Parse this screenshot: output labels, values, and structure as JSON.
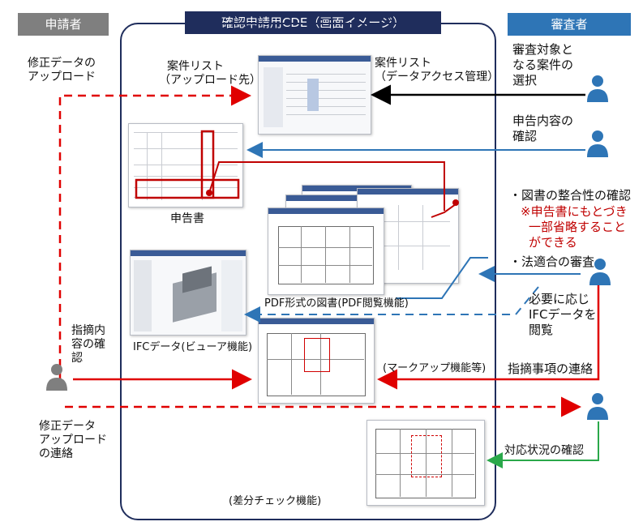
{
  "headers": {
    "applicant": "申請者",
    "cde": "確認申請用CDE（画面イメージ）",
    "reviewer": "審査者"
  },
  "applicant_labels": {
    "upload_revised": [
      "修正データの",
      "アップロード"
    ],
    "check_findings": [
      "指摘内",
      "容の確",
      "認"
    ],
    "notify_upload": [
      "修正データ",
      "アップロード",
      "の連絡"
    ]
  },
  "cde_labels": {
    "case_list_upload": [
      "案件リスト",
      "（アップロード先）"
    ],
    "case_list_access": [
      "案件リスト",
      "（データアクセス管理）"
    ],
    "application_form": "申告書",
    "pdf_drawings": "PDF形式の図書(PDF閲覧機能)",
    "ifc_viewer": "IFCデータ(ビューア機能)",
    "markup": "(マークアップ機能等)",
    "diff_check": "(差分チェック機能)"
  },
  "reviewer_labels": {
    "select_case": [
      "審査対象と",
      "なる案件の",
      "選択"
    ],
    "check_application": [
      "申告内容の",
      "確認"
    ],
    "drawing_consistency": "・図書の整合性の確認",
    "omission_note": [
      "※申告書にもとづき",
      "一部省略すること",
      "ができる"
    ],
    "law_compliance": "・法適合の審査",
    "view_ifc": [
      "必要に応じ",
      "IFCデータを",
      "閲覧"
    ],
    "notify_findings": "指摘事項の連絡",
    "check_response": "対応状況の確認"
  },
  "colors": {
    "applicant_header": "#7f7f7f",
    "cde_header": "#1f2d5c",
    "reviewer_header": "#2e75b6",
    "frame": "#1f2d5c",
    "red": "#e00000",
    "dark_red": "#c00000",
    "blue": "#2e75b6",
    "green": "#2aa84a",
    "black": "#000000",
    "person_blue": "#2e75b6",
    "person_gray": "#7f7f7f"
  }
}
